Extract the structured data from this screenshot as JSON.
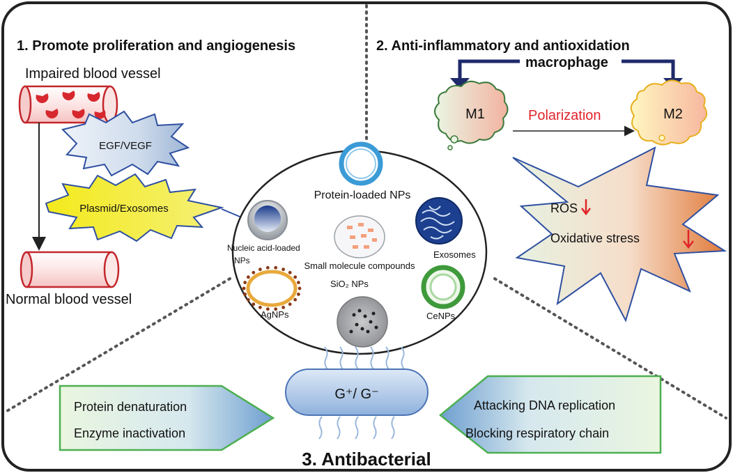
{
  "sections": {
    "proliferation": {
      "title": "1.  Promote proliferation and angiogenesis",
      "impaired_label": "Impaired blood vessel",
      "normal_label": "Normal blood vessel",
      "growth_factor_label": "EGF/VEGF",
      "plasmid_label": "Plasmid/Exosomes"
    },
    "anti_inflammatory": {
      "title": "2.  Anti-inflammatory and antioxidation",
      "macrophage_label": "macrophage",
      "m1_label": "M1",
      "m2_label": "M2",
      "polarization_label": "Polarization",
      "ros_label": "ROS",
      "oxidative_label": "Oxidative stress"
    },
    "antibacterial": {
      "title": "3.  Antibacterial",
      "bacteria_label": "G⁺/ G⁻",
      "left_box": [
        "Protein denaturation",
        "Enzyme inactivation"
      ],
      "right_box": [
        "Attacking DNA replication",
        "Blocking respiratory chain"
      ]
    }
  },
  "nanoparticles": {
    "protein_loaded": "Protein-loaded NPs",
    "nucleic_acid_line1": "Nucleic acid-loaded",
    "nucleic_acid_line2": "NPs",
    "small_molecule": "Small molecule compounds",
    "exosomes": "Exosomes",
    "sio2": "SiO₂ NPs",
    "agnps": "AgNPs",
    "cenps": "CeNPs"
  },
  "colors": {
    "vessel_red": "#d6282e",
    "arrow_red": "#e0242a",
    "navy": "#1f2a6b",
    "green_border": "#4caf50",
    "star_blue": "#2e4fa0",
    "orange": "#e07a3a"
  }
}
